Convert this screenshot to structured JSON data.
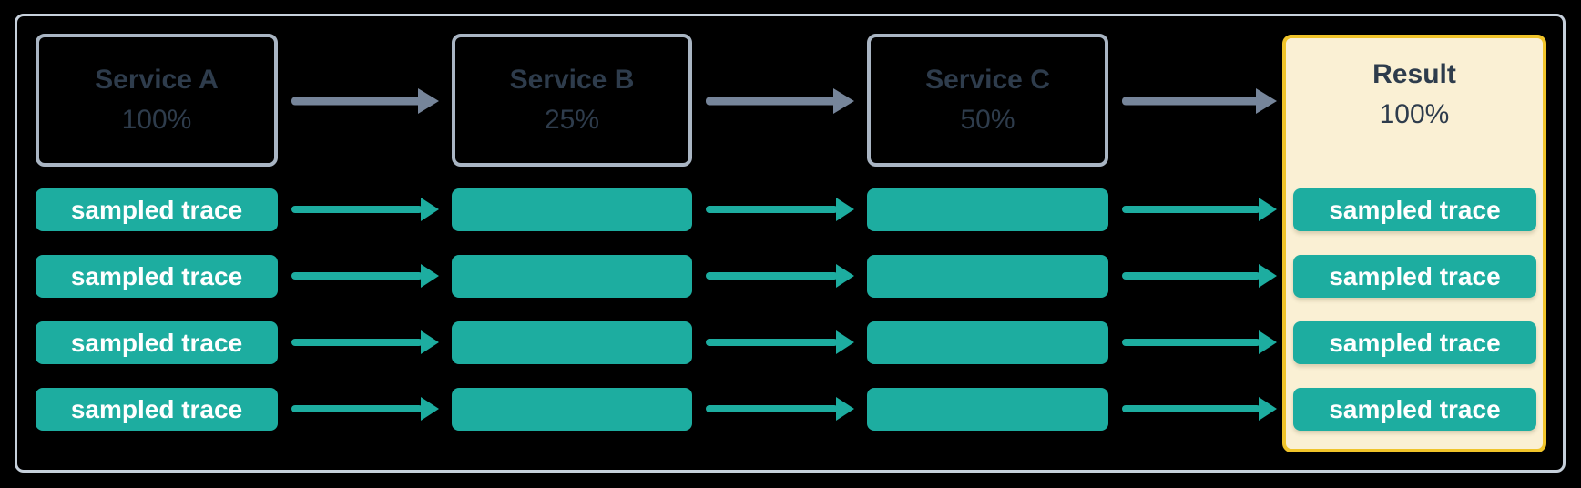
{
  "diagram": {
    "description_label": "trace sampling flow",
    "columns": [
      {
        "id": "service-a",
        "title": "Service A",
        "rate": "100%"
      },
      {
        "id": "service-b",
        "title": "Service B",
        "rate": "25%"
      },
      {
        "id": "service-c",
        "title": "Service C",
        "rate": "50%"
      },
      {
        "id": "result",
        "title": "Result",
        "rate": "100%"
      }
    ],
    "trace_label": "sampled trace",
    "trace_rows": 4
  },
  "icons": {
    "flow_arrow": "arrow-right-icon",
    "trace_arrow": "arrow-right-icon"
  },
  "colors": {
    "background": "#000000",
    "frame_border": "#c6d0db",
    "service_box_border": "#a9b5c3",
    "heading_text": "#2e3c4c",
    "trace_teal": "#1dada0",
    "flow_arrow_gray": "#76859a",
    "result_fill": "#faf0d4",
    "result_border": "#f0c42a",
    "trace_text": "#ffffff"
  }
}
